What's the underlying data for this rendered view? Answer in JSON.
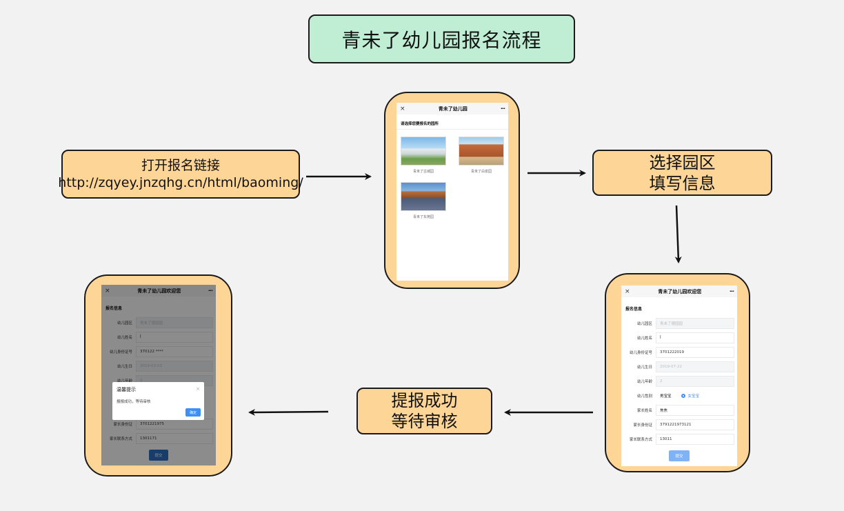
{
  "title": "青未了幼儿园报名流程",
  "steps": {
    "open_link": {
      "line1": "打开报名链接",
      "line2": "http://zqyey.jnzqhg.cn/html/baoming/"
    },
    "select_campus": {
      "line1": "选择园区",
      "line2": "填写信息"
    },
    "submit_success": {
      "line1": "提报成功",
      "line2": "等待审核"
    }
  },
  "screen_select": {
    "nav_title": "青未了幼儿园",
    "close_icon": "×",
    "more_icon": "···",
    "prompt": "请选择您要报名的园所",
    "campuses": [
      {
        "name": "青未了古城园"
      },
      {
        "name": "青未了白泉园"
      },
      {
        "name": "青未了东苑园"
      }
    ]
  },
  "screen_form": {
    "nav_title": "青未了幼儿园欢迎您",
    "close_icon": "×",
    "more_icon": "···",
    "section_title": "报名信息",
    "fields": [
      {
        "label": "幼儿园区",
        "value": "青未了德园园"
      },
      {
        "label": "幼儿姓名",
        "value": "ꟾ"
      },
      {
        "label": "幼儿身份证号",
        "value": "3701222019"
      },
      {
        "label": "幼儿生日",
        "value": "2019-07-22"
      },
      {
        "label": "幼儿年龄",
        "value": "2"
      },
      {
        "label": "幼儿性别",
        "option_a": "男宝宝",
        "option_b": "女宝宝"
      },
      {
        "label": "家长姓名",
        "value": "焦焦"
      },
      {
        "label": "家长身份证",
        "value": "3791221973121"
      },
      {
        "label": "家长联系方式",
        "value": "13011"
      }
    ],
    "submit": "提交"
  },
  "screen_success": {
    "nav_title": "青未了幼儿园欢迎您",
    "close_icon": "×",
    "more_icon": "···",
    "section_title": "报名信息",
    "fields": [
      {
        "label": "幼儿园区",
        "value": "青未了德园园"
      },
      {
        "label": "幼儿姓名",
        "value": "ꟾ"
      },
      {
        "label": "幼儿身份证号",
        "value": "370122 ****"
      },
      {
        "label": "幼儿生日",
        "value": "2019-03-03"
      },
      {
        "label": "幼儿年龄",
        "value": "2"
      },
      {
        "label": "家长身份证",
        "value": "3701221975"
      },
      {
        "label": "家长联系方式",
        "value": "1301171"
      }
    ],
    "dialog": {
      "title": "温馨提示",
      "close_icon": "×",
      "message": "报报成功，等待审核",
      "ok": "确定"
    },
    "submit": "提交"
  }
}
